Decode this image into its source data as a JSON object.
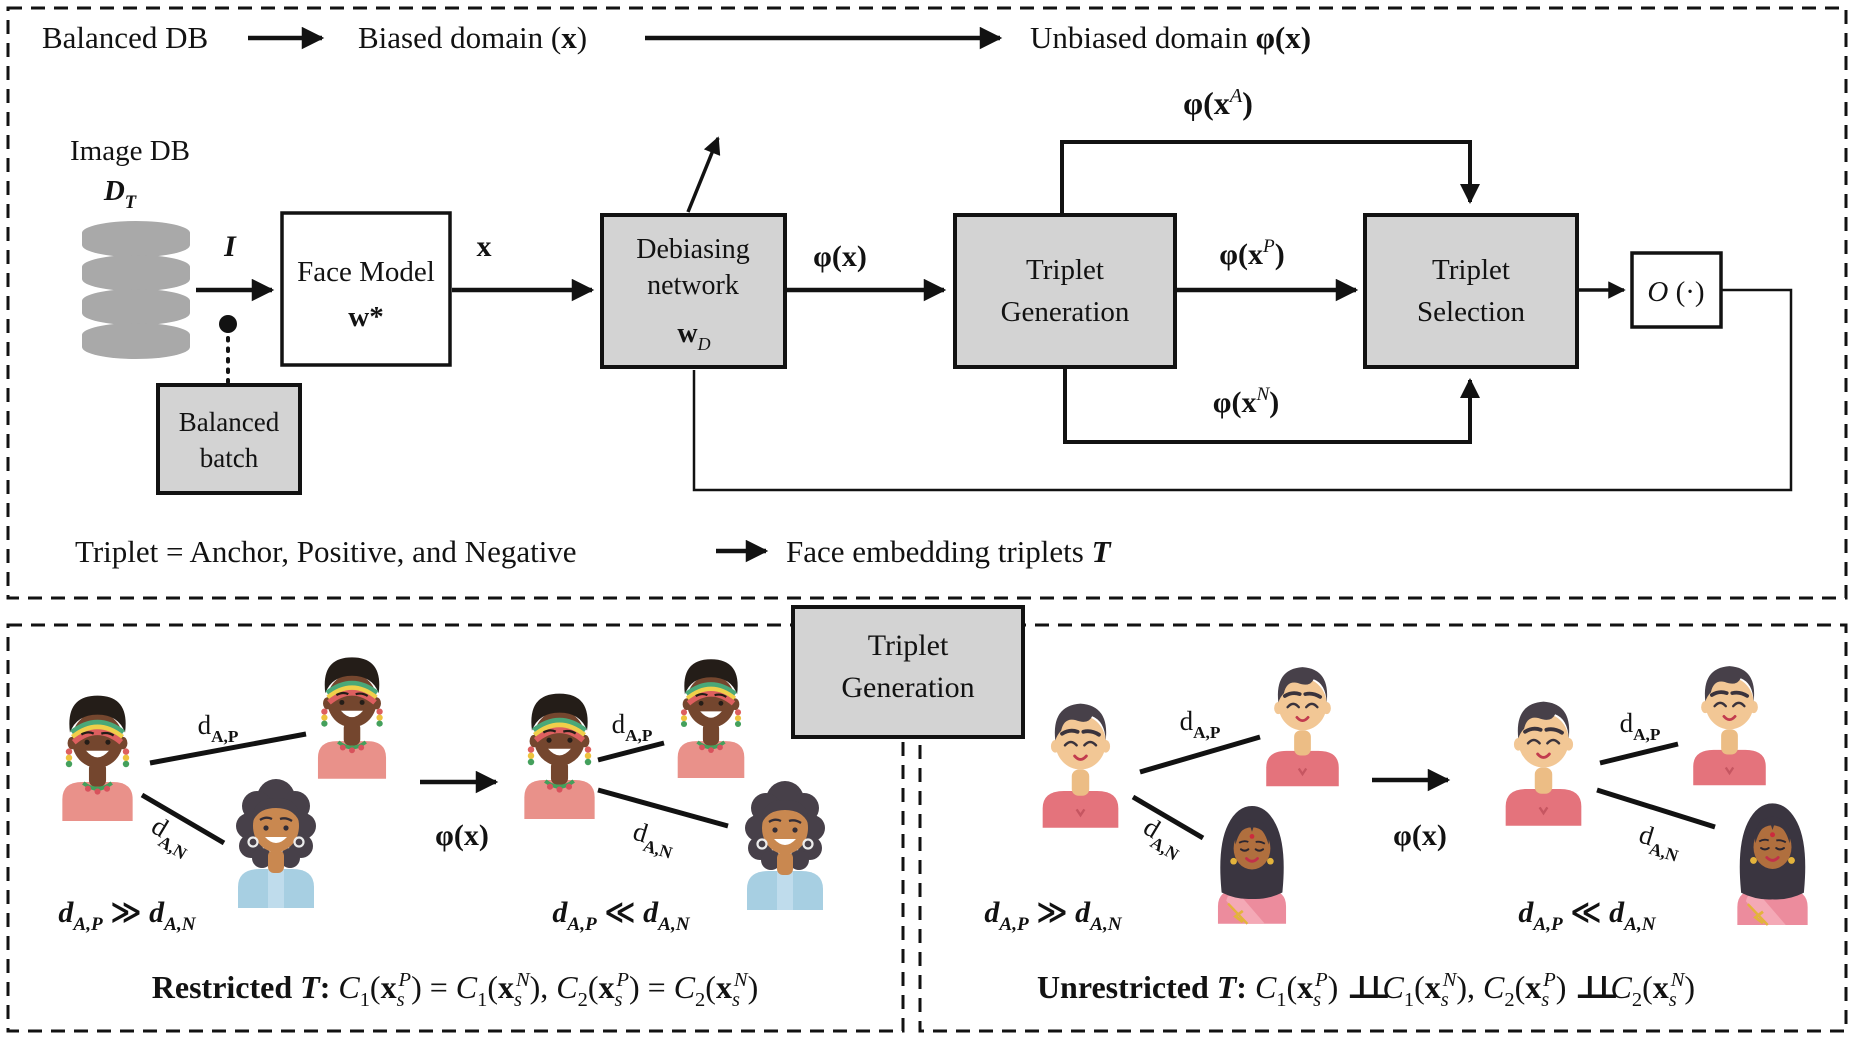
{
  "colors": {
    "box_fill": "#d3d3d3",
    "box_stroke": "#121212",
    "line": "#121212",
    "db_gray": "#a9a9a9",
    "background": "#ffffff",
    "avatar_a": {
      "skin": "#74462e",
      "hair": "#241d18",
      "shirt": "#e9918a",
      "band_green": "#4aa878",
      "band_yellow": "#f0cf4a",
      "band_red": "#dd5f5f",
      "bead_green": "#44a05c",
      "bead_red": "#d8525c"
    },
    "avatar_b": {
      "skin": "#c98850",
      "hair": "#474049",
      "shirt": "#a7cfe2",
      "panel": "#bfdcec"
    },
    "avatar_c": {
      "skin": "#f2c795",
      "hair": "#474049",
      "shirt": "#e4737c"
    },
    "avatar_d": {
      "skin": "#b06f3e",
      "hair": "#3a3540",
      "shirt": "#ec8c9d",
      "sash": "#f4a9b6",
      "gold": "#e3b33c",
      "bindi": "#cc2a3d"
    }
  },
  "top_panel": {
    "header": {
      "balanced_db": "Balanced DB",
      "biased_domain": [
        {
          "t": "Biased domain (",
          "v": "n"
        },
        {
          "t": "x",
          "v": "b"
        },
        {
          "t": ")",
          "v": "n"
        }
      ],
      "unbiased_domain": [
        {
          "t": "Unbiased domain ",
          "v": "n"
        },
        {
          "t": "φ(x)",
          "v": "b"
        }
      ]
    },
    "image_db": {
      "icon": "database-cylinder-icon",
      "title": "Image DB",
      "symbol": [
        {
          "t": "D",
          "v": "bi"
        },
        {
          "t": "T",
          "v": "subbi"
        }
      ]
    },
    "labels": {
      "input": [
        {
          "t": "I",
          "v": "bi"
        }
      ],
      "x": [
        {
          "t": "x",
          "v": "b"
        }
      ],
      "phi_x": [
        {
          "t": "φ(x)",
          "v": "b"
        }
      ],
      "phi_xA": [
        {
          "t": "φ(x",
          "v": "b"
        },
        {
          "t": "A",
          "v": "supi"
        },
        {
          "t": ")",
          "v": "b"
        }
      ],
      "phi_xP": [
        {
          "t": "φ(x",
          "v": "b"
        },
        {
          "t": "P",
          "v": "supi"
        },
        {
          "t": ")",
          "v": "b"
        }
      ],
      "phi_xN": [
        {
          "t": "φ(x",
          "v": "b"
        },
        {
          "t": "N",
          "v": "supi"
        },
        {
          "t": ")",
          "v": "b"
        }
      ]
    },
    "boxes": {
      "face_model": {
        "line1": "Face Model",
        "symbol": [
          {
            "t": "w",
            "v": "b"
          },
          {
            "t": "*",
            "v": "b"
          }
        ]
      },
      "debiasing": {
        "line1": "Debiasing",
        "line2": "network",
        "symbol": [
          {
            "t": "w",
            "v": "b"
          },
          {
            "t": "D",
            "v": "subi"
          }
        ]
      },
      "triplet_generation": {
        "line1": "Triplet",
        "line2": "Generation"
      },
      "triplet_selection": {
        "line1": "Triplet",
        "line2": "Selection"
      },
      "objective": [
        {
          "t": "O",
          "v": "i"
        },
        {
          "t": " (·)",
          "v": "n"
        }
      ],
      "balanced_batch": {
        "line1": "Balanced",
        "line2": "batch"
      }
    },
    "note": {
      "left": "Triplet = Anchor, Positive, and Negative",
      "right": [
        {
          "t": "Face embedding triplets ",
          "v": "n"
        },
        {
          "t": "T",
          "v": "bi"
        }
      ]
    }
  },
  "bottom_panel": {
    "generation_box": {
      "line1": "Triplet",
      "line2": "Generation"
    },
    "labels": {
      "d_ap": [
        {
          "t": "d",
          "v": "n"
        },
        {
          "t": "A,P",
          "v": "subb"
        }
      ],
      "d_an": [
        {
          "t": "d",
          "v": "n"
        },
        {
          "t": "A,N",
          "v": "subb"
        }
      ],
      "phi_x": [
        {
          "t": "φ(x)",
          "v": "b"
        }
      ],
      "much_greater": [
        {
          "t": "d",
          "v": "bi"
        },
        {
          "t": "A,P",
          "v": "subbi"
        },
        {
          "t": " ≫ ",
          "v": "b"
        },
        {
          "t": "d",
          "v": "bi"
        },
        {
          "t": "A,N",
          "v": "subbi"
        }
      ],
      "much_less": [
        {
          "t": "d",
          "v": "bi"
        },
        {
          "t": "A,P",
          "v": "subbi"
        },
        {
          "t": " ≪ ",
          "v": "b"
        },
        {
          "t": "d",
          "v": "bi"
        },
        {
          "t": "A,N",
          "v": "subbi"
        }
      ]
    },
    "captions": {
      "restricted": [
        {
          "t": "Restricted ",
          "v": "b"
        },
        {
          "t": "T",
          "v": "bi"
        },
        {
          "t": ": ",
          "v": "b"
        },
        {
          "t": "C",
          "v": "i"
        },
        {
          "t": "1",
          "v": "sub"
        },
        {
          "t": "(",
          "v": "n"
        },
        {
          "t": "x",
          "v": "b"
        },
        {
          "t": "s",
          "v": "subi"
        },
        {
          "t": "P",
          "v": "supi"
        },
        {
          "t": ") = ",
          "v": "n"
        },
        {
          "t": "C",
          "v": "i"
        },
        {
          "t": "1",
          "v": "sub"
        },
        {
          "t": "(",
          "v": "n"
        },
        {
          "t": "x",
          "v": "b"
        },
        {
          "t": "s",
          "v": "subi"
        },
        {
          "t": "N",
          "v": "supi"
        },
        {
          "t": "), ",
          "v": "n"
        },
        {
          "t": "C",
          "v": "i"
        },
        {
          "t": "2",
          "v": "sub"
        },
        {
          "t": "(",
          "v": "n"
        },
        {
          "t": "x",
          "v": "b"
        },
        {
          "t": "s",
          "v": "subi"
        },
        {
          "t": "P",
          "v": "supi"
        },
        {
          "t": ") = ",
          "v": "n"
        },
        {
          "t": "C",
          "v": "i"
        },
        {
          "t": "2",
          "v": "sub"
        },
        {
          "t": "(",
          "v": "n"
        },
        {
          "t": "x",
          "v": "b"
        },
        {
          "t": "s",
          "v": "subi"
        },
        {
          "t": "N",
          "v": "supi"
        },
        {
          "t": ")",
          "v": "n"
        }
      ],
      "unrestricted": [
        {
          "t": "Unrestricted ",
          "v": "b"
        },
        {
          "t": "T",
          "v": "bi"
        },
        {
          "t": ": ",
          "v": "b"
        },
        {
          "t": "C",
          "v": "i"
        },
        {
          "t": "1",
          "v": "sub"
        },
        {
          "t": "(",
          "v": "n"
        },
        {
          "t": "x",
          "v": "b"
        },
        {
          "t": "s",
          "v": "subi"
        },
        {
          "t": "P",
          "v": "supi"
        },
        {
          "t": ") ",
          "v": "n"
        },
        {
          "t": "⊥⊥",
          "v": "ind"
        },
        {
          "t": "  ",
          "v": "n"
        },
        {
          "t": "C",
          "v": "i"
        },
        {
          "t": "1",
          "v": "sub"
        },
        {
          "t": "(",
          "v": "n"
        },
        {
          "t": "x",
          "v": "b"
        },
        {
          "t": "s",
          "v": "subi"
        },
        {
          "t": "N",
          "v": "supi"
        },
        {
          "t": "), ",
          "v": "n"
        },
        {
          "t": "C",
          "v": "i"
        },
        {
          "t": "2",
          "v": "sub"
        },
        {
          "t": "(",
          "v": "n"
        },
        {
          "t": "x",
          "v": "b"
        },
        {
          "t": "s",
          "v": "subi"
        },
        {
          "t": "P",
          "v": "supi"
        },
        {
          "t": ") ",
          "v": "n"
        },
        {
          "t": "⊥⊥",
          "v": "ind"
        },
        {
          "t": "  ",
          "v": "n"
        },
        {
          "t": "C",
          "v": "i"
        },
        {
          "t": "2",
          "v": "sub"
        },
        {
          "t": "(",
          "v": "n"
        },
        {
          "t": "x",
          "v": "b"
        },
        {
          "t": "s",
          "v": "subi"
        },
        {
          "t": "N",
          "v": "supi"
        },
        {
          "t": ")",
          "v": "n"
        }
      ]
    }
  }
}
